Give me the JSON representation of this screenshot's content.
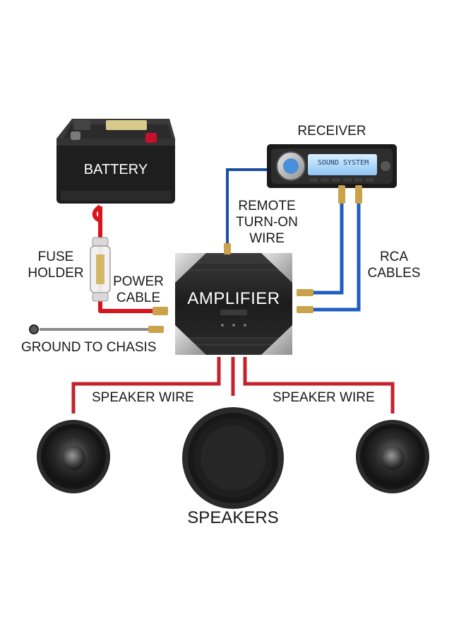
{
  "labels": {
    "battery": "BATTERY",
    "receiver": "RECEIVER",
    "receiver_display": "SOUND SYSTEM",
    "remote_line1": "REMOTE",
    "remote_line2": "TURN-ON",
    "remote_line3": "WIRE",
    "fuse_line1": "FUSE",
    "fuse_line2": "HOLDER",
    "power_line1": "POWER",
    "power_line2": "CABLE",
    "amplifier": "AMPLIFIER",
    "rca_line1": "RCA",
    "rca_line2": "CABLES",
    "ground": "GROUND TO CHASIS",
    "speaker_wire_left": "SPEAKER WIRE",
    "speaker_wire_right": "SPEAKER WIRE",
    "speakers": "SPEAKERS"
  },
  "colors": {
    "power_wire": "#d8141c",
    "remote_wire": "#1a4fa3",
    "rca_cable": "#1d5fbf",
    "speaker_wire": "#c2242f",
    "ground_wire": "#8a8a8a"
  }
}
